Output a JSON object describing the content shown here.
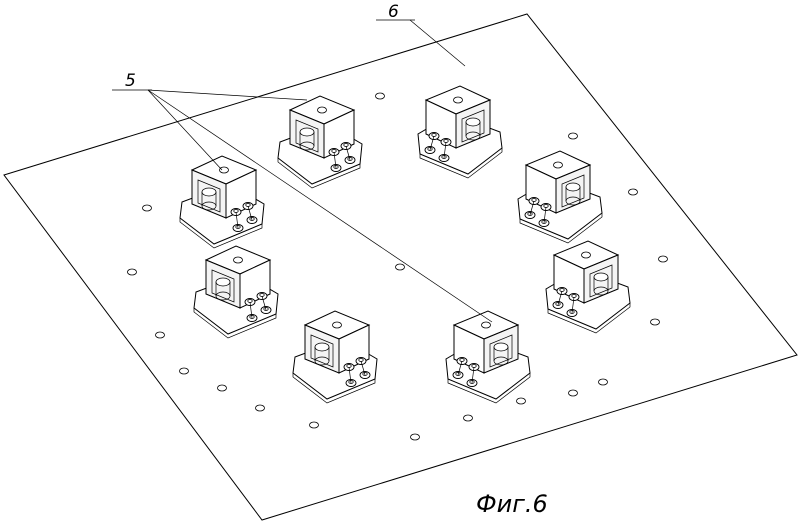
{
  "callouts": {
    "base_plate": "6",
    "support_units": "5"
  },
  "caption": "Фиг.6"
}
